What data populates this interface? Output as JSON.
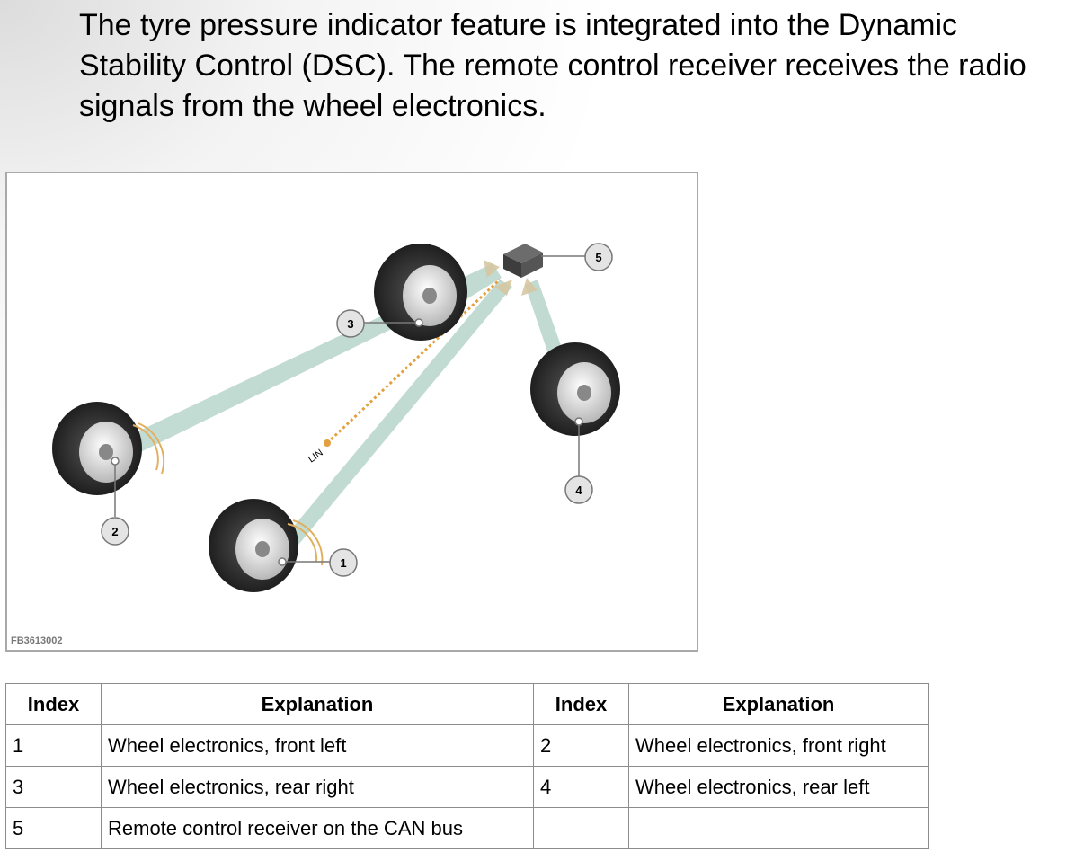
{
  "intro_text": "The tyre pressure indicator feature is integrated into the Dynamic Stability Control (DSC). The remote control receiver receives the radio signals from the wheel electronics.",
  "figure": {
    "code": "FB3613002",
    "lin_label": "LIN",
    "callouts": [
      "1",
      "2",
      "3",
      "4",
      "5"
    ]
  },
  "table": {
    "headers": [
      "Index",
      "Explanation",
      "Index",
      "Explanation"
    ],
    "rows": [
      [
        "1",
        "Wheel electronics, front left",
        "2",
        "Wheel electronics, front right"
      ],
      [
        "3",
        "Wheel electronics, rear right",
        "4",
        "Wheel electronics, rear left"
      ],
      [
        "5",
        "Remote control receiver on the CAN bus",
        "",
        ""
      ]
    ]
  }
}
